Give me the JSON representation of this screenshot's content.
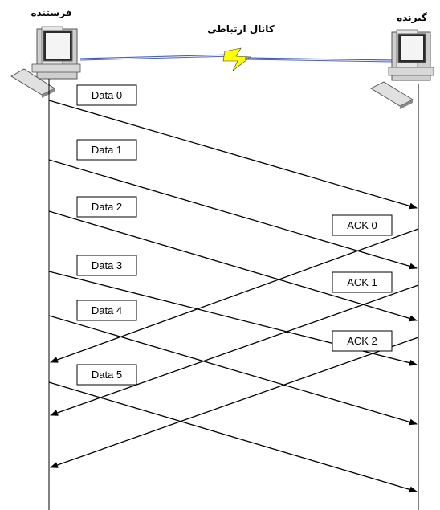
{
  "sender": {
    "label": "فرستنده"
  },
  "receiver": {
    "label": "گیرنده"
  },
  "channel": {
    "label": "کانال ارتباطی"
  },
  "data_frames": [
    {
      "label": "Data 0"
    },
    {
      "label": "Data 1"
    },
    {
      "label": "Data 2"
    },
    {
      "label": "Data 3"
    },
    {
      "label": "Data 4"
    },
    {
      "label": "Data 5"
    }
  ],
  "ack_frames": [
    {
      "label": "ACK 0"
    },
    {
      "label": "ACK 1"
    },
    {
      "label": "ACK 2"
    }
  ],
  "colors": {
    "link_blue": "#4a5fc1",
    "lightning": "#ffff00",
    "line": "#000000"
  }
}
